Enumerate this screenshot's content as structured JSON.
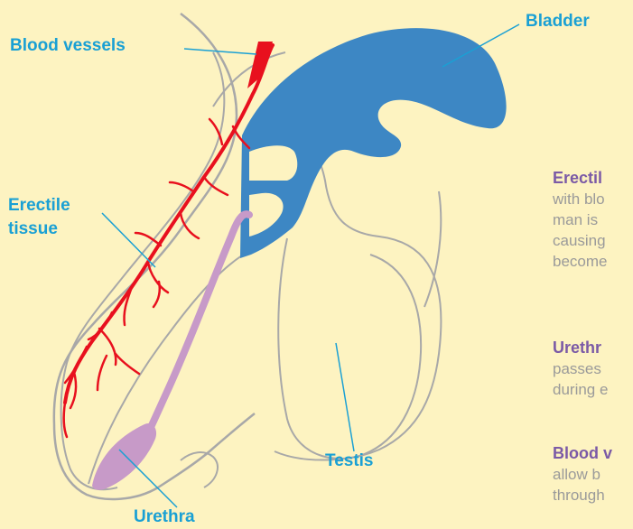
{
  "labels": {
    "blood_vessels": "Blood vessels",
    "bladder": "Bladder",
    "erectile_line1": "Erectile",
    "erectile_line2": "tissue",
    "testis": "Testis",
    "urethra": "Urethra"
  },
  "notes": [
    {
      "heading": "Erectil",
      "lines": [
        "with blo",
        "man is",
        "causing",
        "become"
      ]
    },
    {
      "heading": "Urethr",
      "lines": [
        "passes",
        "during e"
      ]
    },
    {
      "heading": "Blood v",
      "lines": [
        "allow b",
        "through"
      ]
    }
  ],
  "colors": {
    "background": "#fdf3c1",
    "label_blue": "#1aa0d4",
    "bladder_blue": "#3d87c4",
    "vessel_red": "#e8101e",
    "urethra_purple": "#c79ac8",
    "heading_purple": "#7b5aa6",
    "outline_gray": "#a8a8a8"
  }
}
